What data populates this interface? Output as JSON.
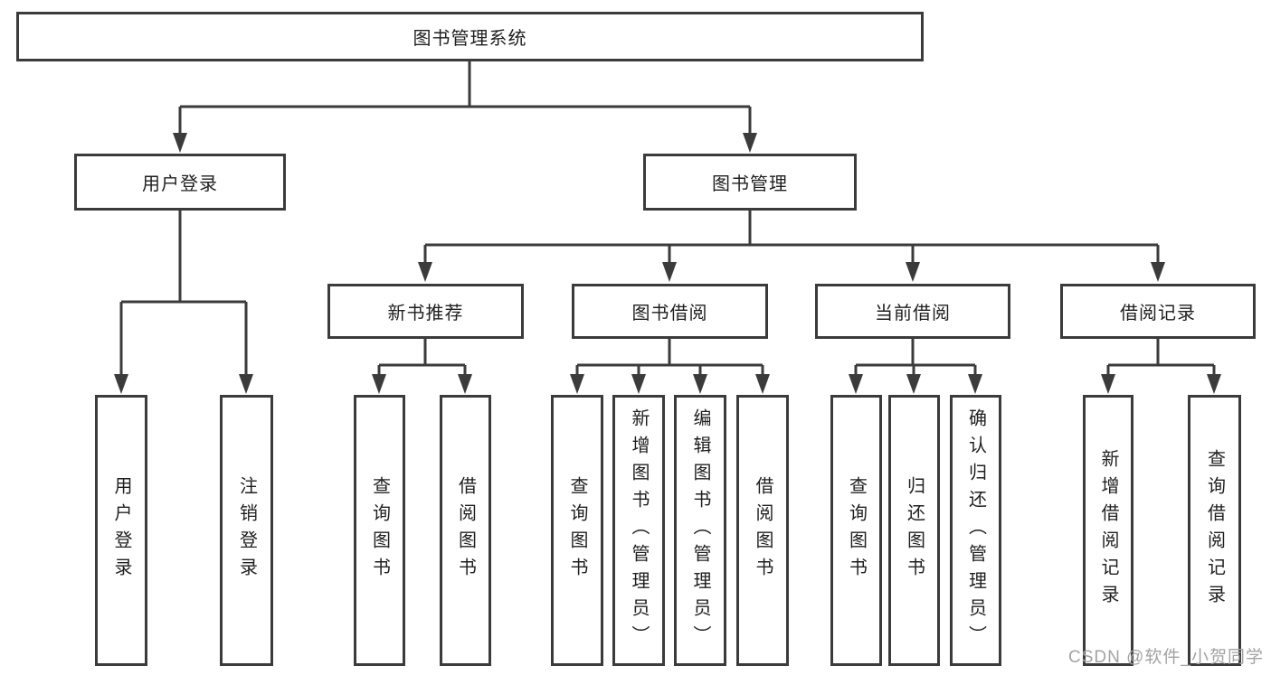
{
  "diagram": {
    "title_node": {
      "label": "图书管理系统"
    },
    "level2": {
      "user_login": {
        "label": "用户登录"
      },
      "book_management": {
        "label": "图书管理"
      }
    },
    "level3": {
      "new_book_recommend": {
        "label": "新书推荐"
      },
      "book_borrowing": {
        "label": "图书借阅"
      },
      "current_borrowing": {
        "label": "当前借阅"
      },
      "borrowing_records": {
        "label": "借阅记录"
      }
    },
    "leaves": {
      "login_user_login": {
        "label": "用户登录"
      },
      "login_logout": {
        "label": "注销登录"
      },
      "nb_query_books": {
        "label": "查询图书"
      },
      "nb_borrow_books": {
        "label": "借阅图书"
      },
      "bb_query_books": {
        "label": "查询图书"
      },
      "bb_add_books": {
        "label": "新增图书（管理员）"
      },
      "bb_edit_books": {
        "label": "编辑图书（管理员）"
      },
      "bb_borrow_books": {
        "label": "借阅图书"
      },
      "cb_query_books": {
        "label": "查询图书"
      },
      "cb_return_books": {
        "label": "归还图书"
      },
      "cb_confirm_return": {
        "label": "确认归还（管理员）"
      },
      "br_add_record": {
        "label": "新增借阅记录"
      },
      "br_query_record": {
        "label": "查询借阅记录"
      }
    }
  },
  "watermark": {
    "text": "CSDN @软件_小贺同学"
  },
  "colors": {
    "line": "#3b3b3b",
    "box_border": "#3b3b3b",
    "text": "#1f1f1f",
    "watermark": "#a3a3a3",
    "background": "#ffffff"
  }
}
